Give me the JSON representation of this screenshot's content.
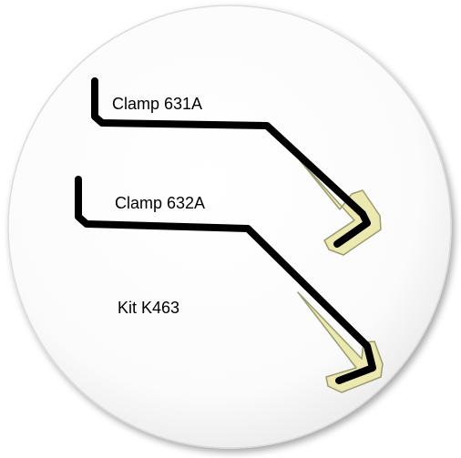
{
  "labels": {
    "clamp_631": "Clamp 631A",
    "clamp_632": "Clamp 632A",
    "kit": "Kit K463"
  },
  "colors": {
    "disc_fill": "#ffffff",
    "disc_edge": "#d9d9d9",
    "wire": "#000000",
    "sleeve_fill": "#ece9b0",
    "sleeve_edge": "#9c9a70"
  }
}
